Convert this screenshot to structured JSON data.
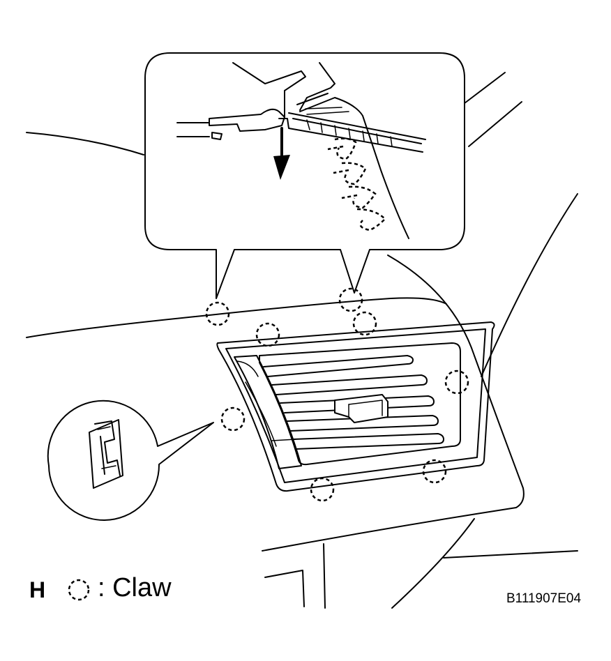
{
  "legend": {
    "view_letter": "H",
    "claw_label": ": Claw"
  },
  "figure_code": "B111907E04",
  "icons": [
    "claw-marker-icon",
    "release-arrow-icon"
  ]
}
